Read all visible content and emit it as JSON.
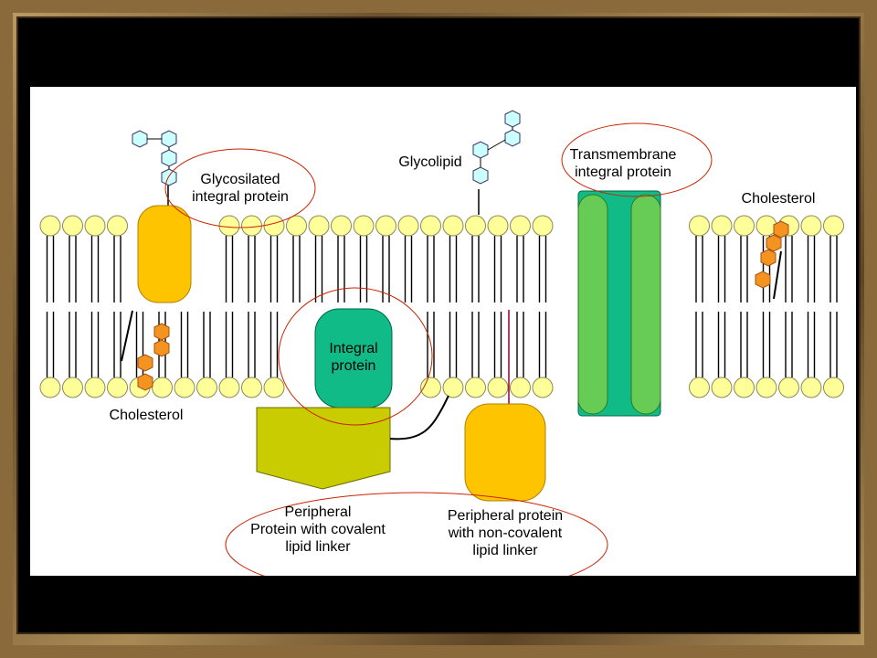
{
  "labels": {
    "glycosilated": "Glycosilated\nintegral protein",
    "glycolipid": "Glycolipid",
    "transmembrane": "Transmembrane\nintegral protein",
    "cholesterol_right": "Cholesterol",
    "cholesterol_left": "Cholesterol",
    "integral": "Integral\nprotein",
    "peripheral_covalent": "Peripheral\nProtein with covalent\nlipid linker",
    "peripheral_noncovalent": "Peripheral protein\nwith non-covalent\nlipid linker"
  },
  "colors": {
    "lipid_head": "#ffff99",
    "lipid_head_stroke": "#8a8a55",
    "glyco_protein": "#ffc400",
    "cholesterol": "#f4931f",
    "sugar": "#ccffff",
    "transmembrane": "#66cc55",
    "transmembrane_core": "#11bb88",
    "integral": "#11bb88",
    "peripheral_covalent": "#c8cc00",
    "peripheral_noncovalent": "#ffc400",
    "highlight_circle": "#cc2200"
  }
}
